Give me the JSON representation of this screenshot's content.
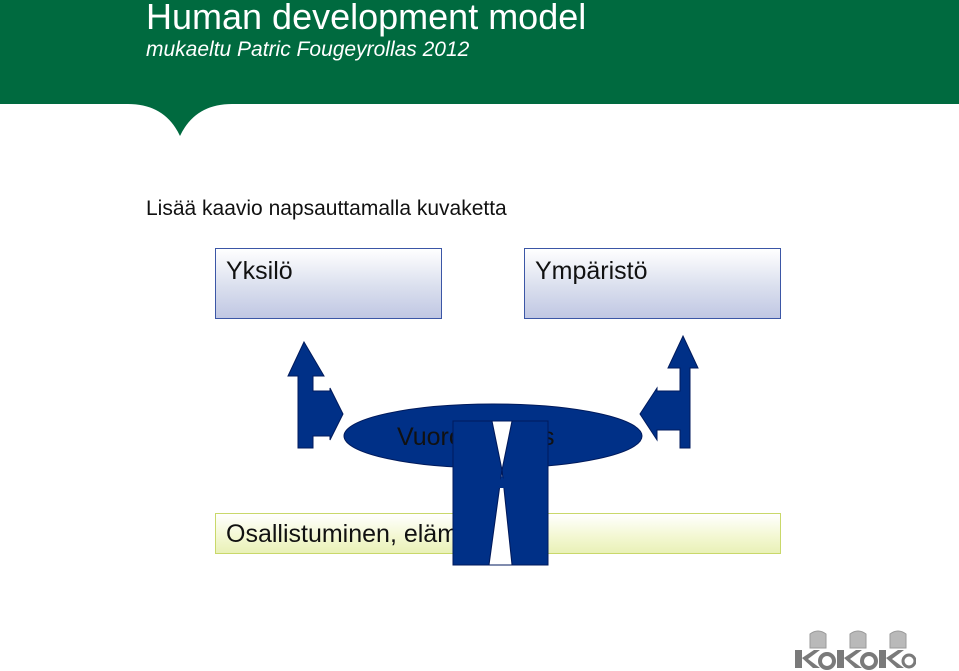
{
  "slide": {
    "title": "Human development model",
    "subtitle": "mukaeltu Patric Fougeyrollas 2012",
    "instruction": "Lisää kaavio napsauttamalla kuvaketta"
  },
  "diagram": {
    "box_left": "Yksilö",
    "box_right": "Ympäristö",
    "center_ellipse": "Vuorovaikutus",
    "box_bottom": "Osallistuminen, elämänlaatu"
  },
  "colors": {
    "header_green": "#006a3f",
    "arrow_blue": "#003087",
    "box_border_blue": "#3b56a6",
    "box_border_green": "#c9d86a"
  },
  "logo": {
    "text": "KoKoKo"
  }
}
